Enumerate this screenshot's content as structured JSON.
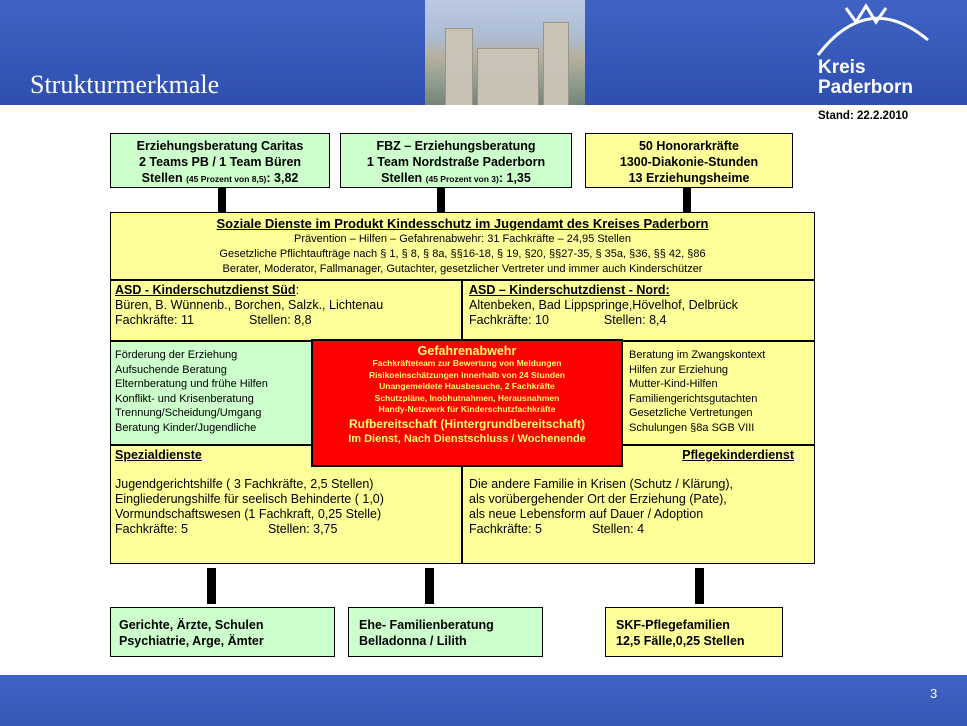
{
  "header": {
    "title": "Strukturmerkmale",
    "logo_line1": "Kreis",
    "logo_line2": "Paderborn",
    "stand": "Stand: 22.2.2010"
  },
  "top_boxes": {
    "caritas": {
      "line1": "Erziehungsberatung Caritas",
      "line2": "2 Teams PB / 1 Team Büren",
      "line3a": "Stellen ",
      "line3b": "(45 Prozent von 8,5)",
      "line3c": ": 3,82"
    },
    "fbz": {
      "line1": "FBZ – Erziehungsberatung",
      "line2": "1 Team Nordstraße Paderborn",
      "line3a": "Stellen ",
      "line3b": "(45 Prozent von 3)",
      "line3c": ": 1,35"
    },
    "honorar": {
      "line1": "50 Honorarkräfte",
      "line2": "1300-Diakonie-Stunden",
      "line3": "13 Erziehungsheime"
    }
  },
  "main": {
    "heading": "Soziale Dienste im Produkt Kindesschutz im Jugendamt des Kreises Paderborn",
    "line1": "Prävention – Hilfen – Gefahrenabwehr: 31 Fachkräfte – 24,95 Stellen",
    "line2": "Gesetzliche Pflichtaufträge nach § 1, § 8, § 8a, §§16-18, § 19, §20, §§27-35, § 35a, §36, §§ 42, §86",
    "line3": "Berater, Moderator, Fallmanager, Gutachter, gesetzlicher Vertreter und immer auch Kinderschützer"
  },
  "asd_sued": {
    "heading": "ASD - Kinderschutzdienst Süd",
    "colon": ":",
    "towns": "Büren, B. Wünnenb., Borchen, Salzk., Lichtenau",
    "fachkraefte": "Fachkräfte: 11",
    "stellen": "Stellen: 8,8"
  },
  "asd_nord": {
    "heading": "ASD – Kinderschutzdienst - Nord:",
    "towns": "Altenbeken, Bad Lippspringe,Hövelhof, Delbrück",
    "fachkraefte": "Fachkräfte: 10",
    "stellen": "Stellen: 8,4"
  },
  "left_list": [
    "Förderung der Erziehung",
    "Aufsuchende Beratung",
    "Elternberatung und frühe Hilfen",
    "Konflikt- und Krisenberatung",
    "Trennung/Scheidung/Umgang",
    "Beratung Kinder/Jugendliche"
  ],
  "right_list": [
    "Beratung im Zwangskontext",
    "Hilfen zur Erziehung",
    "Mutter-Kind-Hilfen",
    "Familiengerichtsgutachten",
    "Gesetzliche Vertretungen",
    "Schulungen §8a SGB VIII"
  ],
  "gefahrenabwehr": {
    "heading": "Gefahrenabwehr",
    "lines": [
      "Fachkräfteteam zur Bewertung von Meldungen",
      "Risikoeinschätzungen innerhalb von 24 Stunden",
      "Unangemeldete Hausbesuche, 2 Fachkräfte",
      "Schutzpläne, Inobhutnahmen, Herausnahmen",
      "Handy-Netzwerk für Kinderschutzfachkräfte"
    ],
    "ruf": "Rufbereitschaft (Hintergrundbereitschaft)",
    "dienst": "Im Dienst, Nach Dienstschluss / Wochenende"
  },
  "spezial": {
    "heading": "Spezialdienste",
    "lines": [
      "Jugendgerichtshilfe ( 3 Fachkräfte, 2,5 Stellen)",
      "Eingliederungshilfe für seelisch Behinderte ( 1,0)",
      "Vormundschaftswesen (1 Fachkraft, 0,25 Stelle)"
    ],
    "fachkraefte": "Fachkräfte: 5",
    "stellen": "Stellen: 3,75"
  },
  "pflege": {
    "heading": "Pflegekinderdienst",
    "lines": [
      "Die andere Familie in Krisen (Schutz / Klärung),",
      "als vorübergehender Ort der Erziehung (Pate),",
      "als neue Lebensform auf Dauer / Adoption"
    ],
    "fachkraefte": "Fachkräfte: 5",
    "stellen": "Stellen: 4"
  },
  "bottom_boxes": {
    "gerichte": {
      "line1": "Gerichte, Ärzte, Schulen",
      "line2": "Psychiatrie, Arge, Ämter"
    },
    "ehe": {
      "line1": "Ehe- Familienberatung",
      "line2": "Belladonna / Lilith"
    },
    "skf": {
      "line1": "SKF-Pflegefamilien",
      "line2": "12,5 Fälle,0,25 Stellen"
    }
  },
  "footer": {
    "page": "3"
  },
  "colors": {
    "header_blue": "#3557b8",
    "green_box": "#ccffcc",
    "yellow_box": "#ffff99",
    "red_box": "#ff0000"
  }
}
